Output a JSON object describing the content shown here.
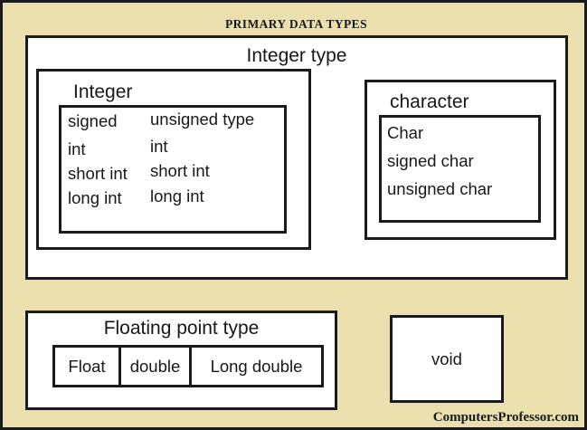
{
  "diagram": {
    "title": "PRIMARY DATA TYPES",
    "watermark": "ComputersProfessor.com",
    "background_color": "#ebdfae",
    "box_fill_color": "#ffffff",
    "border_color": "#1a1a1a",
    "text_color": "#17171c"
  },
  "integer_type": {
    "label": "Integer type",
    "integer": {
      "label": "Integer",
      "columns": [
        {
          "header": "signed",
          "items": [
            "int",
            "short int",
            "long int"
          ]
        },
        {
          "header": "unsigned type",
          "items": [
            "int",
            "short int",
            "long int"
          ]
        }
      ]
    },
    "character": {
      "label": "character",
      "items": [
        "Char",
        "signed char",
        "unsigned char"
      ]
    }
  },
  "floating_point": {
    "label": "Floating point type",
    "cells": [
      "Float",
      "double",
      "Long double"
    ]
  },
  "void": {
    "label": "void"
  }
}
